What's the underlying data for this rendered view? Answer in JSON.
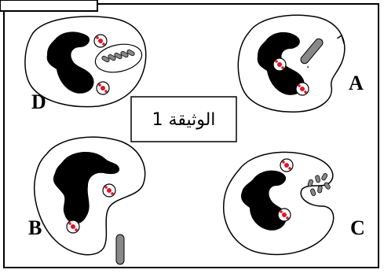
{
  "document": {
    "title": "الوثيقة 1"
  },
  "cells": {
    "A": {
      "label": "A"
    },
    "B": {
      "label": "B"
    },
    "C": {
      "label": "C"
    },
    "D": {
      "label": "D"
    }
  }
}
